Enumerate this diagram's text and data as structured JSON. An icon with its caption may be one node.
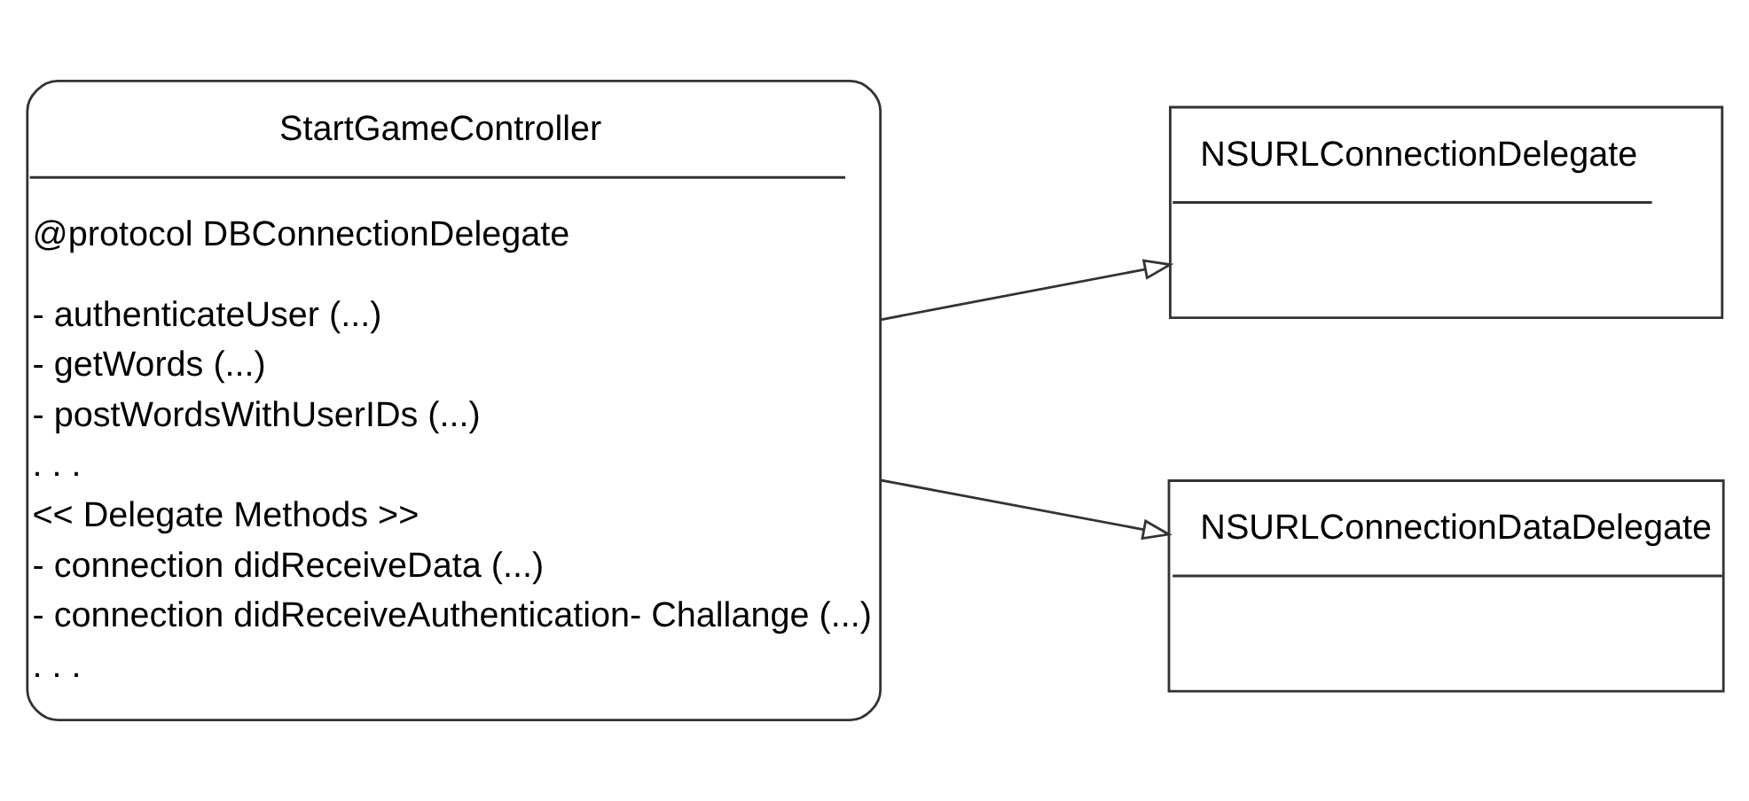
{
  "diagram": {
    "nodes": [
      {
        "text": [
          "StartGameController",
          "@protocol DBConnectionDelegate",
          "- authenticateUser (...)",
          "- getWords (...)",
          "- postWordsWithUserIDs (...)",
          ". . .",
          "<< Delegate Methods >>",
          "- connection didReceiveData (...)",
          "- connection didReceiveAuthentication- Challange (...)",
          ". . ."
        ]
      },
      {
        "text": [
          "NSURLConnectionDelegate"
        ]
      },
      {
        "text": [
          "NSURLConnectionDataDelegate"
        ]
      }
    ],
    "edges": [
      {
        "from": 0,
        "to": 1,
        "arrow": "to"
      },
      {
        "from": 0,
        "to": 2,
        "arrow": "to"
      }
    ]
  }
}
